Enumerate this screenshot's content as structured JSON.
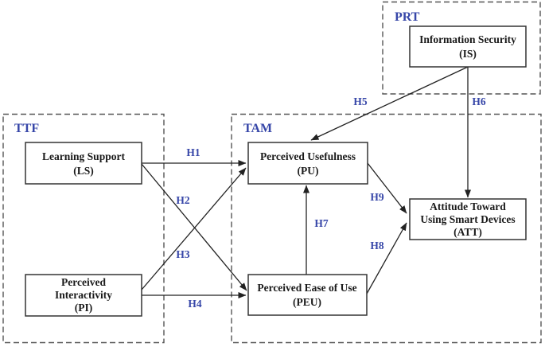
{
  "colors": {
    "background": "#ffffff",
    "label_blue": "#3646a8",
    "box_border": "#333333",
    "dashed_border": "#555555",
    "arrow": "#222222"
  },
  "groups": {
    "ttf": {
      "label": "TTF"
    },
    "tam": {
      "label": "TAM"
    },
    "prt": {
      "label": "PRT"
    }
  },
  "nodes": {
    "ls": {
      "lines": [
        "Learning Support",
        "(LS)"
      ]
    },
    "pi": {
      "lines": [
        "Perceived",
        "Interactivity",
        "(PI)"
      ]
    },
    "pu": {
      "lines": [
        "Perceived Usefulness",
        "(PU)"
      ]
    },
    "peu": {
      "lines": [
        "Perceived Ease of Use",
        "(PEU)"
      ]
    },
    "att": {
      "lines": [
        "Attitude Toward",
        "Using Smart Devices",
        "(ATT)"
      ]
    },
    "is": {
      "lines": [
        "Information Security",
        "(IS)"
      ]
    }
  },
  "hypotheses": {
    "h1": {
      "label": "H1",
      "from": "LS",
      "to": "PU"
    },
    "h2": {
      "label": "H2",
      "from": "LS",
      "to": "PEU"
    },
    "h3": {
      "label": "H3",
      "from": "PI",
      "to": "PU"
    },
    "h4": {
      "label": "H4",
      "from": "PI",
      "to": "PEU"
    },
    "h5": {
      "label": "H5",
      "from": "IS",
      "to": "PU"
    },
    "h6": {
      "label": "H6",
      "from": "IS",
      "to": "ATT"
    },
    "h7": {
      "label": "H7",
      "from": "PEU",
      "to": "PU"
    },
    "h8": {
      "label": "H8",
      "from": "PEU",
      "to": "ATT"
    },
    "h9": {
      "label": "H9",
      "from": "PU",
      "to": "ATT"
    }
  }
}
